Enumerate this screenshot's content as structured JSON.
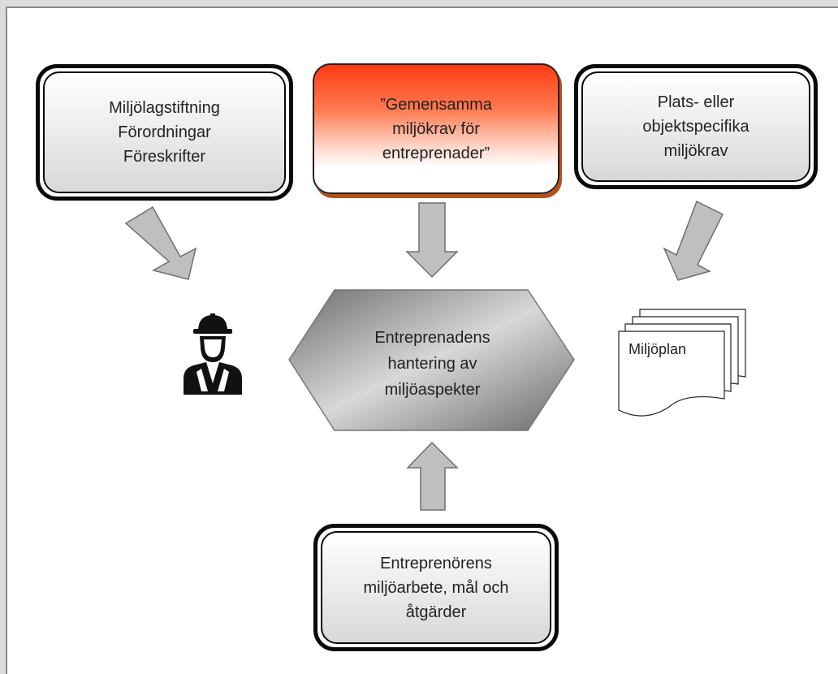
{
  "boxes": {
    "left": "Miljölagstiftning\nFörordningar\nFöreskrifter",
    "center": "”Gemensamma\nmiljökrav för\nentreprenader”",
    "right": "Plats- eller\nobjektspecifika\nmiljökrav",
    "bottom": "Entreprenörens\nmiljöarbete, mål och\nåtgärder"
  },
  "hexagon": "Entreprenadens\nhantering av\nmiljöaspekter",
  "document": "Miljöplan",
  "icons": {
    "worker": "construction-worker-icon",
    "document": "document-stack-icon"
  },
  "colors": {
    "accent": "#ff3a14",
    "arrow_fill": "#bfbfbf",
    "hexagon_dark": "#8c8c8c"
  }
}
